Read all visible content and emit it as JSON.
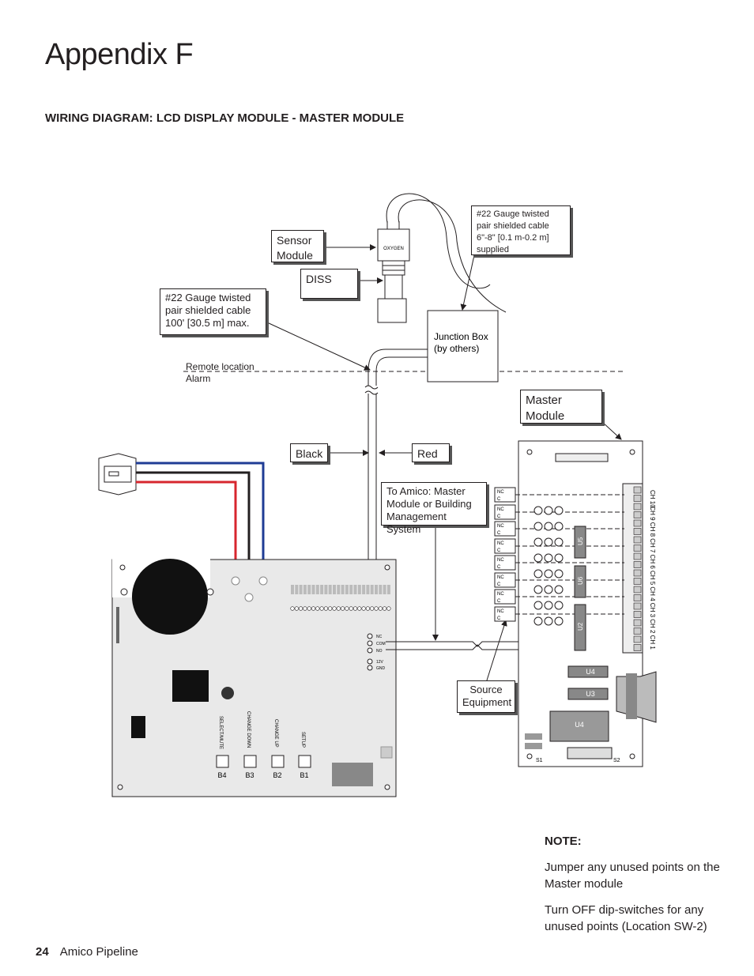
{
  "page": {
    "title": "Appendix F",
    "subtitle": "WIRING DIAGRAM: LCD DISPLAY MODULE - MASTER MODULE",
    "page_number": "24",
    "publication": "Amico Pipeline"
  },
  "diagram": {
    "sensor_module": [
      "Sensor",
      "Module"
    ],
    "diss": "DISS",
    "cable_supplied": [
      "#22 Gauge twisted",
      "pair shielded cable",
      "6\"-8\" [0.1 m-0.2 m]",
      "supplied"
    ],
    "cable_max": [
      "#22 Gauge twisted",
      "pair shielded cable",
      "100' [30.5 m] max."
    ],
    "junction_box": [
      "Junction Box",
      "(by others)"
    ],
    "remote_alarm": [
      "Remote location",
      "Alarm"
    ],
    "master_module": [
      "Master",
      "Module"
    ],
    "black": "Black",
    "red": "Red",
    "to_amico": [
      "To Amico: Master",
      "Module or Building",
      "Management System"
    ],
    "source_equipment": [
      "Source",
      "Equipment"
    ],
    "sensor_tag": "OXYGEN",
    "buttons": [
      {
        "id": "B4",
        "function": "SELECT/MUTE"
      },
      {
        "id": "B3",
        "function": "CHANGE DOWN"
      },
      {
        "id": "B2",
        "function": "CHANGE UP"
      },
      {
        "id": "B1",
        "function": "SETUP"
      }
    ],
    "terminal_labels": [
      "NC",
      "COM",
      "NO",
      "12V",
      "GND"
    ],
    "relay_labels": [
      "NC",
      "C"
    ],
    "chip_labels": [
      "U5",
      "U6",
      "U2",
      "U4",
      "U3",
      "U4"
    ],
    "channels": [
      "CH 10",
      "CH 9",
      "CH 8",
      "CH 7",
      "CH 6",
      "CH 5",
      "CH 4",
      "CH 3",
      "CH 2",
      "CH 1"
    ],
    "switches": [
      "S1",
      "S2"
    ]
  },
  "notes": {
    "heading": "NOTE:",
    "items": [
      "Jumper any unused points on the Master module",
      "Turn OFF dip-switches for any unused points (Location SW-2)"
    ]
  },
  "colors": {
    "red_wire": "#d7262e",
    "blue_wire": "#1f3c95",
    "black_wire": "#231f20",
    "board": "#e9e9e9"
  }
}
